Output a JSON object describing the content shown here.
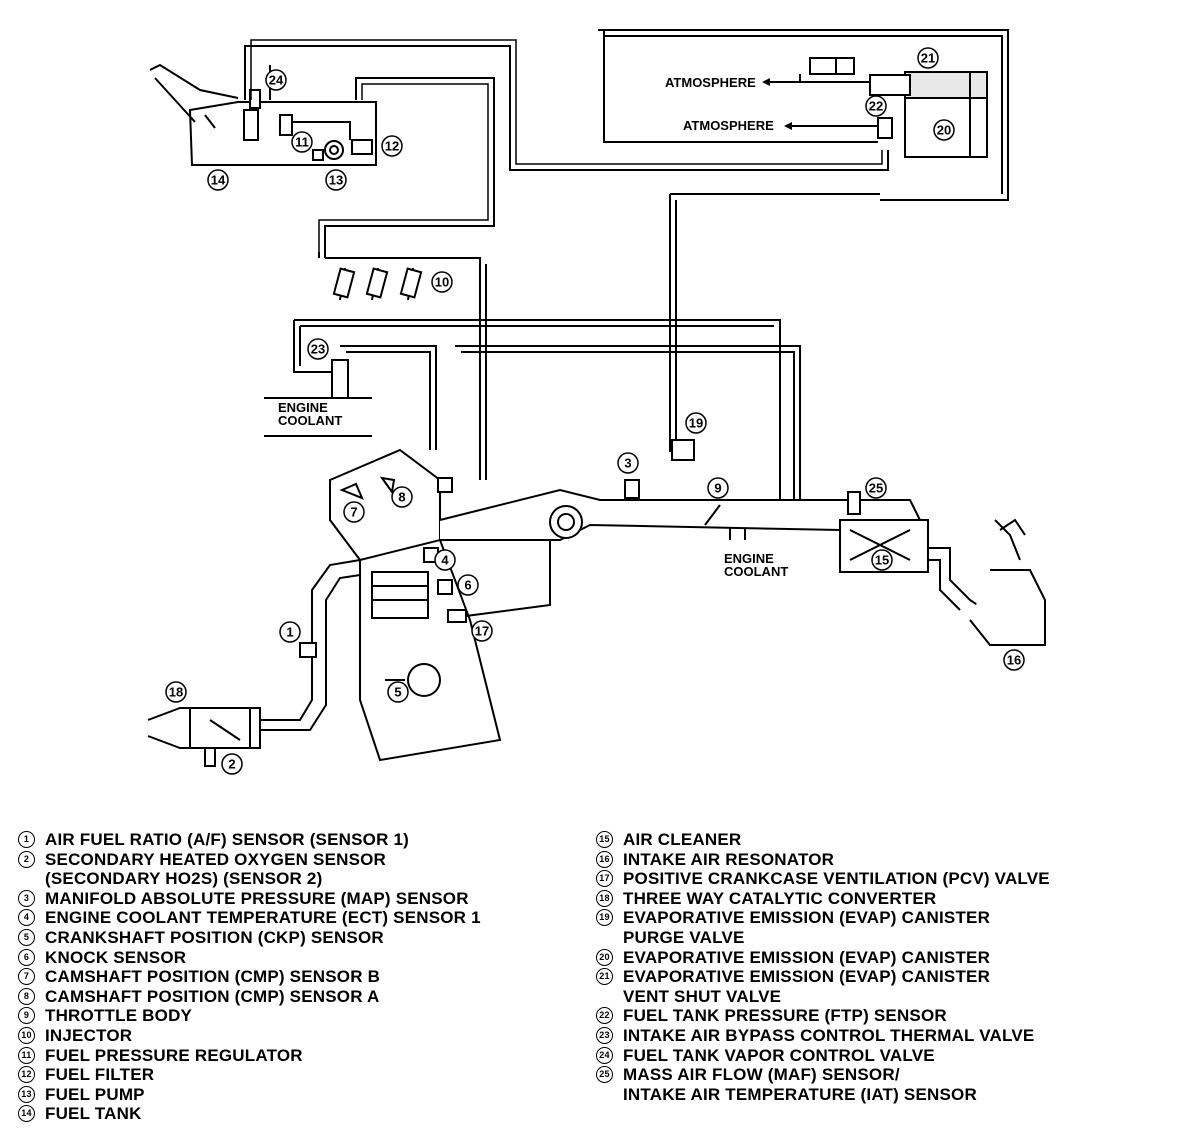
{
  "diagram": {
    "labels": {
      "atmosphere_top": "ATMOSPHERE",
      "atmosphere_bottom": "ATMOSPHERE",
      "engine_coolant_left_1": "ENGINE",
      "engine_coolant_left_2": "COOLANT",
      "engine_coolant_mid_1": "ENGINE",
      "engine_coolant_mid_2": "COOLANT"
    },
    "callouts": [
      "1",
      "2",
      "3",
      "4",
      "5",
      "6",
      "7",
      "8",
      "9",
      "10",
      "11",
      "12",
      "13",
      "14",
      "15",
      "16",
      "17",
      "18",
      "19",
      "20",
      "21",
      "22",
      "23",
      "24",
      "25"
    ]
  },
  "legend": {
    "left": [
      {
        "num": "1",
        "text": "AIR FUEL RATIO (A/F) SENSOR (SENSOR 1)"
      },
      {
        "num": "2",
        "text": "SECONDARY HEATED OXYGEN SENSOR\n(SECONDARY HO2S) (SENSOR 2)"
      },
      {
        "num": "3",
        "text": "MANIFOLD ABSOLUTE PRESSURE (MAP) SENSOR"
      },
      {
        "num": "4",
        "text": "ENGINE COOLANT TEMPERATURE (ECT) SENSOR 1"
      },
      {
        "num": "5",
        "text": "CRANKSHAFT POSITION (CKP) SENSOR"
      },
      {
        "num": "6",
        "text": "KNOCK SENSOR"
      },
      {
        "num": "7",
        "text": "CAMSHAFT POSITION (CMP) SENSOR B"
      },
      {
        "num": "8",
        "text": "CAMSHAFT POSITION (CMP) SENSOR A"
      },
      {
        "num": "9",
        "text": "THROTTLE BODY"
      },
      {
        "num": "10",
        "text": "INJECTOR"
      },
      {
        "num": "11",
        "text": "FUEL PRESSURE REGULATOR"
      },
      {
        "num": "12",
        "text": "FUEL FILTER"
      },
      {
        "num": "13",
        "text": "FUEL PUMP"
      },
      {
        "num": "14",
        "text": "FUEL TANK"
      }
    ],
    "right": [
      {
        "num": "15",
        "text": "AIR CLEANER"
      },
      {
        "num": "16",
        "text": "INTAKE AIR RESONATOR"
      },
      {
        "num": "17",
        "text": "POSITIVE CRANKCASE VENTILATION (PCV) VALVE"
      },
      {
        "num": "18",
        "text": "THREE WAY CATALYTIC CONVERTER"
      },
      {
        "num": "19",
        "text": "EVAPORATIVE EMISSION (EVAP) CANISTER\nPURGE VALVE"
      },
      {
        "num": "20",
        "text": "EVAPORATIVE EMISSION (EVAP) CANISTER"
      },
      {
        "num": "21",
        "text": "EVAPORATIVE EMISSION (EVAP) CANISTER\nVENT SHUT VALVE"
      },
      {
        "num": "22",
        "text": "FUEL TANK PRESSURE (FTP) SENSOR"
      },
      {
        "num": "23",
        "text": "INTAKE AIR BYPASS CONTROL THERMAL VALVE"
      },
      {
        "num": "24",
        "text": "FUEL TANK VAPOR CONTROL VALVE"
      },
      {
        "num": "25",
        "text": "MASS AIR FLOW (MAF) SENSOR/\nINTAKE AIR TEMPERATURE (IAT) SENSOR"
      }
    ]
  }
}
